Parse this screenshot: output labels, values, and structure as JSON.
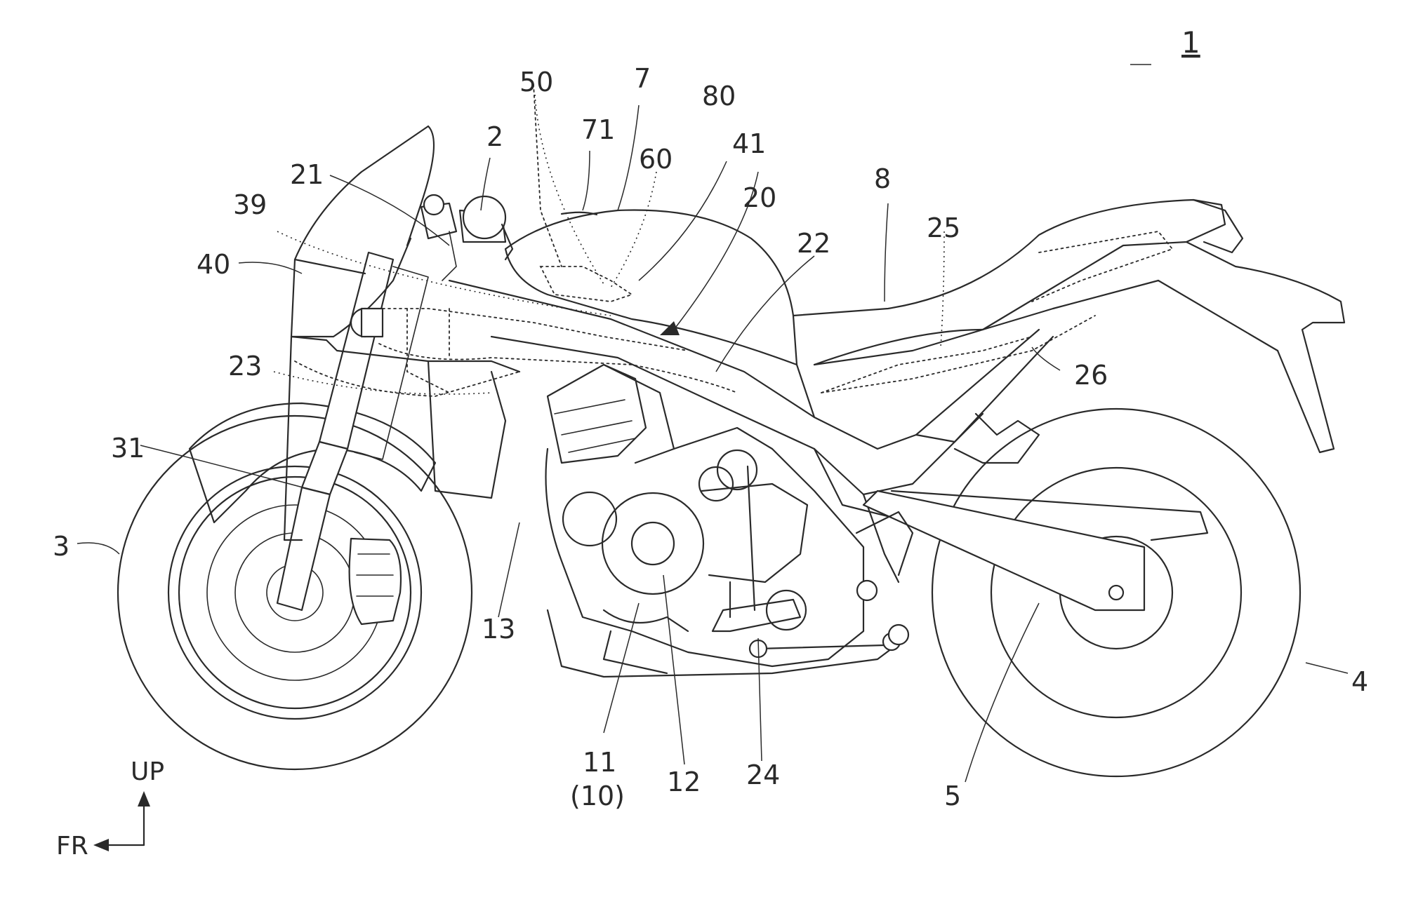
{
  "figure_number": "1",
  "orientation": {
    "up_label": "UP",
    "front_label": "FR"
  },
  "reference_labels": {
    "n2": "2",
    "n3": "3",
    "n4": "4",
    "n5": "5",
    "n7": "7",
    "n8": "8",
    "n11": "11",
    "n10": "(10)",
    "n12": "12",
    "n13": "13",
    "n20": "20",
    "n21": "21",
    "n22": "22",
    "n23": "23",
    "n24": "24",
    "n25": "25",
    "n26": "26",
    "n31": "31",
    "n39": "39",
    "n40": "40",
    "n41": "41",
    "n50": "50",
    "n60": "60",
    "n71": "71",
    "n80": "80"
  }
}
